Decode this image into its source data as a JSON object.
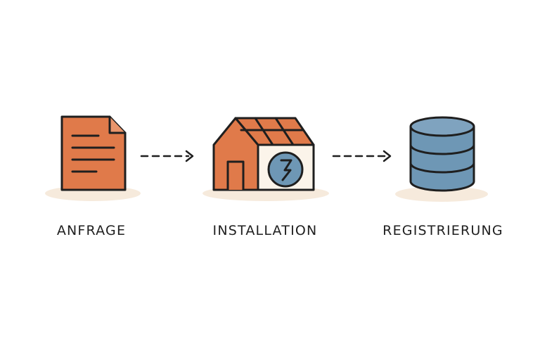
{
  "diagram": {
    "steps": [
      {
        "label": "ANFRAGE",
        "icon": "document-icon"
      },
      {
        "label": "INSTALLATION",
        "icon": "house-solar-heatpump-icon"
      },
      {
        "label": "REGISTRIERUNG",
        "icon": "database-icon"
      }
    ],
    "connectors": [
      {
        "from": 0,
        "to": 1,
        "style": "dashed-arrow"
      },
      {
        "from": 1,
        "to": 2,
        "style": "dashed-arrow"
      }
    ],
    "colors": {
      "orange": "#E07A4A",
      "blue": "#6E97B5",
      "outline": "#1f1f1f",
      "shadow": "#F6EADC",
      "panel": "#FBF4EA"
    }
  }
}
